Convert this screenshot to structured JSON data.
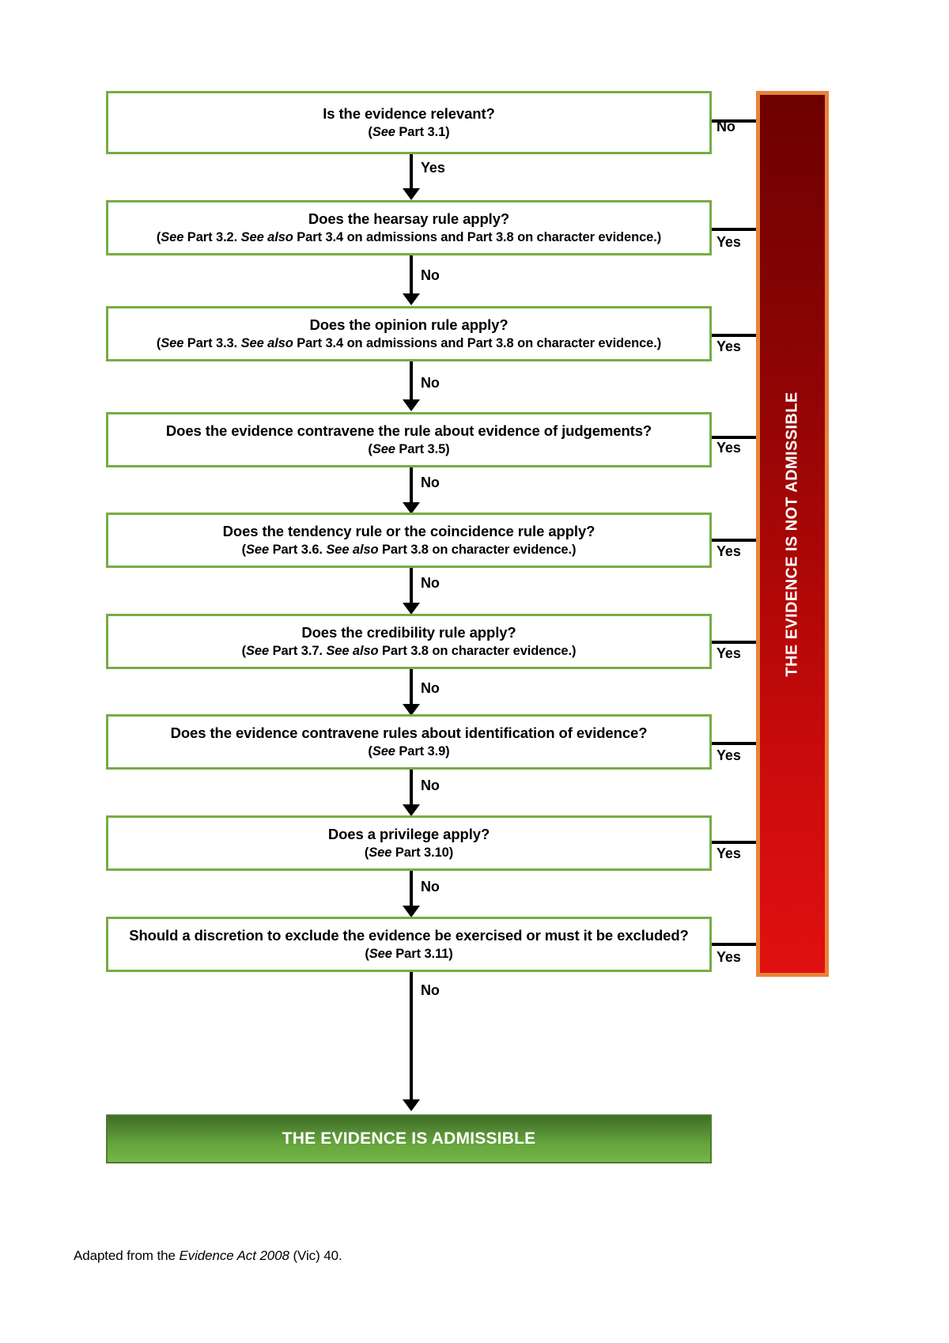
{
  "flowchart": {
    "title_alt": "Evidence admissibility flowchart",
    "colors": {
      "box_border_green": "#77ac45",
      "not_admissible_red": "#b20707",
      "not_admissible_border_orange": "#e8833a",
      "admissible_green": "#66a63d",
      "connector_black": "#000000",
      "page_background": "#ffffff"
    },
    "steps": [
      {
        "question": "Is the evidence relevant?",
        "reference_prefix": "(",
        "reference_italic_1": "See",
        "reference_rest_1": " Part 3.1)",
        "reference_italic_2": "",
        "reference_rest_2": "",
        "down_label": "Yes",
        "side_label": "No"
      },
      {
        "question": "Does the hearsay rule apply?",
        "reference_prefix": "(",
        "reference_italic_1": "See",
        "reference_rest_1": " Part 3.2. ",
        "reference_italic_2": "See also",
        "reference_rest_2": " Part 3.4 on admissions and Part 3.8 on character evidence.)",
        "down_label": "No",
        "side_label": "Yes"
      },
      {
        "question": "Does the opinion rule apply?",
        "reference_prefix": "(",
        "reference_italic_1": "See",
        "reference_rest_1": " Part 3.3. ",
        "reference_italic_2": "See also",
        "reference_rest_2": " Part 3.4 on admissions and Part 3.8 on character evidence.)",
        "down_label": "No",
        "side_label": "Yes"
      },
      {
        "question": "Does the evidence contravene the rule about evidence of judgements?",
        "reference_prefix": "(",
        "reference_italic_1": "See",
        "reference_rest_1": " Part 3.5)",
        "reference_italic_2": "",
        "reference_rest_2": "",
        "down_label": "No",
        "side_label": "Yes"
      },
      {
        "question": "Does the tendency rule or the coincidence rule apply?",
        "reference_prefix": "(",
        "reference_italic_1": "See",
        "reference_rest_1": " Part 3.6. ",
        "reference_italic_2": "See also",
        "reference_rest_2": " Part 3.8 on character evidence.)",
        "down_label": "No",
        "side_label": "Yes"
      },
      {
        "question": "Does the credibility rule apply?",
        "reference_prefix": "(",
        "reference_italic_1": "See",
        "reference_rest_1": " Part 3.7. ",
        "reference_italic_2": "See also",
        "reference_rest_2": " Part 3.8 on character evidence.)",
        "down_label": "No",
        "side_label": "Yes"
      },
      {
        "question": "Does the evidence contravene rules about identification of evidence?",
        "reference_prefix": "(",
        "reference_italic_1": "See",
        "reference_rest_1": " Part 3.9)",
        "reference_italic_2": "",
        "reference_rest_2": "",
        "down_label": "No",
        "side_label": "Yes"
      },
      {
        "question": "Does a privilege apply?",
        "reference_prefix": "(",
        "reference_italic_1": "See",
        "reference_rest_1": " Part 3.10)",
        "reference_italic_2": "",
        "reference_rest_2": "",
        "down_label": "No",
        "side_label": "Yes"
      },
      {
        "question": "Should a discretion to exclude the evidence be exercised or must it be excluded?",
        "reference_prefix": "(",
        "reference_italic_1": "See",
        "reference_rest_1": " Part 3.11)",
        "reference_italic_2": "",
        "reference_rest_2": "",
        "down_label": "No",
        "side_label": "Yes"
      }
    ],
    "not_admissible_label": "THE EVIDENCE IS NOT ADMISSIBLE",
    "admissible_label": "THE EVIDENCE IS ADMISSIBLE",
    "footer": {
      "prefix": "Adapted from the ",
      "italic": "Evidence Act 2008",
      "suffix": " (Vic) 40."
    }
  }
}
